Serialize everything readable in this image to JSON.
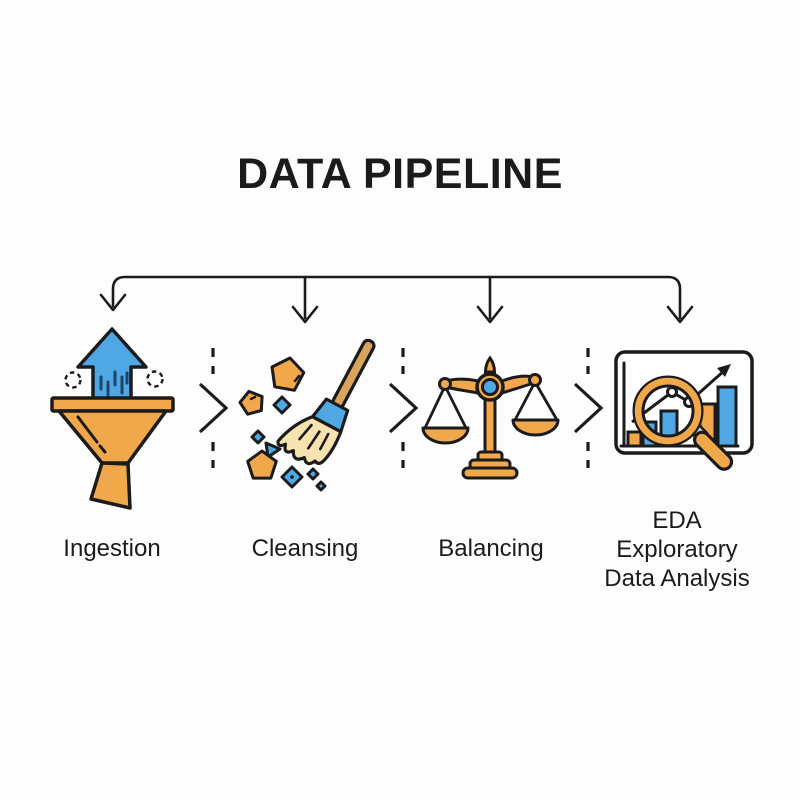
{
  "title": "DATA PIPELINE",
  "colors": {
    "ink": "#1b1b1b",
    "orange": "#f1a84b",
    "blue": "#4fa8e3",
    "cream": "#f7e3b0",
    "tan": "#d9a45c",
    "arrow_dash": "#1d4469",
    "glass": "#bcd2e0",
    "card": "#ffffff",
    "background": "#fdfdfd"
  },
  "stages": [
    {
      "label": "Ingestion",
      "icon": "funnel-ingestion-icon"
    },
    {
      "label": "Cleansing",
      "icon": "broom-cleansing-icon"
    },
    {
      "label": "Balancing",
      "icon": "balance-scale-icon"
    },
    {
      "label_lines": [
        "EDA",
        "Exploratory",
        "Data Analysis"
      ],
      "icon": "chart-magnifier-icon"
    }
  ]
}
